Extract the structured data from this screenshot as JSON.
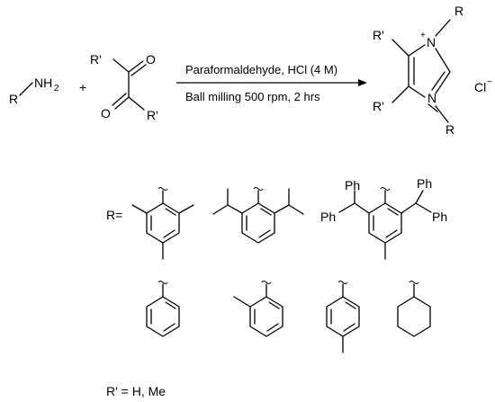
{
  "reaction": {
    "amine": {
      "r": "R",
      "nh2": "NH",
      "nh2_sub": "2"
    },
    "plus": "+",
    "diketone": {
      "r_top": "R'",
      "r_bottom": "R'",
      "o_top": "O",
      "o_bottom": "O"
    },
    "conditions": {
      "above": "Paraformaldehyde, HCl (4 M)",
      "below": "Ball milling 500 rpm, 2 hrs"
    },
    "product": {
      "r_top": "R",
      "r_bottom": "R",
      "r_prime_top": "R'",
      "r_prime_bottom": "R'",
      "n_top": "N",
      "n_top_charge": "+",
      "n_bottom": "N",
      "counterion": "Cl",
      "counterion_charge": "−"
    }
  },
  "substituents": {
    "label": "R=",
    "ph_label": "Ph",
    "r_prime_note": "R' = H, Me"
  }
}
